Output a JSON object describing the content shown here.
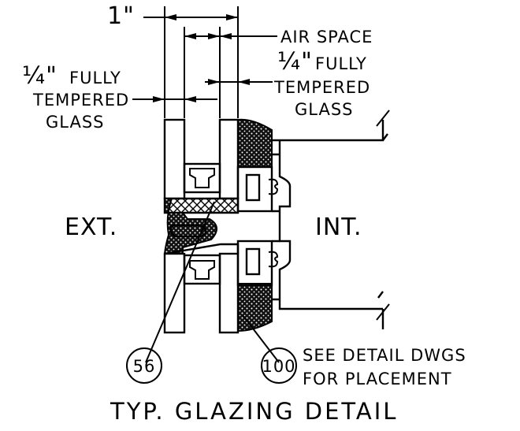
{
  "dimension": {
    "overall": "1\""
  },
  "callouts": {
    "air_space": "AIR SPACE",
    "right_glass_frac": "¼\"",
    "right_glass_line1": "FULLY",
    "right_glass_line2": "TEMPERED",
    "right_glass_line3": "GLASS",
    "left_glass_frac": "¼\"",
    "left_glass_line1": "FULLY",
    "left_glass_line2": "TEMPERED",
    "left_glass_line3": "GLASS"
  },
  "sides": {
    "exterior": "EXT.",
    "interior": "INT."
  },
  "tags": [
    {
      "number": "56"
    },
    {
      "number": "100"
    }
  ],
  "note": {
    "line1": "SEE DETAIL DWGS",
    "line2": "FOR PLACEMENT"
  },
  "title": "TYP. GLAZING DETAIL"
}
